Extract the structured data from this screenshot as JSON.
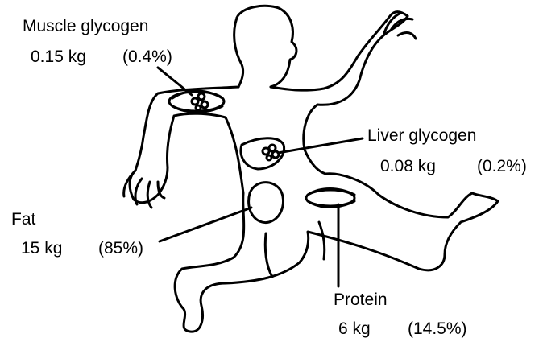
{
  "labels": {
    "muscle_glycogen": {
      "name": "Muscle glycogen",
      "mass": "0.15 kg",
      "percent": "(0.4%)"
    },
    "liver_glycogen": {
      "name": "Liver glycogen",
      "mass": "0.08 kg",
      "percent": "(0.2%)"
    },
    "fat": {
      "name": "Fat",
      "mass": "15 kg",
      "percent": "(85%)"
    },
    "protein": {
      "name": "Protein",
      "mass": "6 kg",
      "percent": "(14.5%)"
    }
  },
  "colors": {
    "line": "#000000",
    "background": "#ffffff"
  }
}
